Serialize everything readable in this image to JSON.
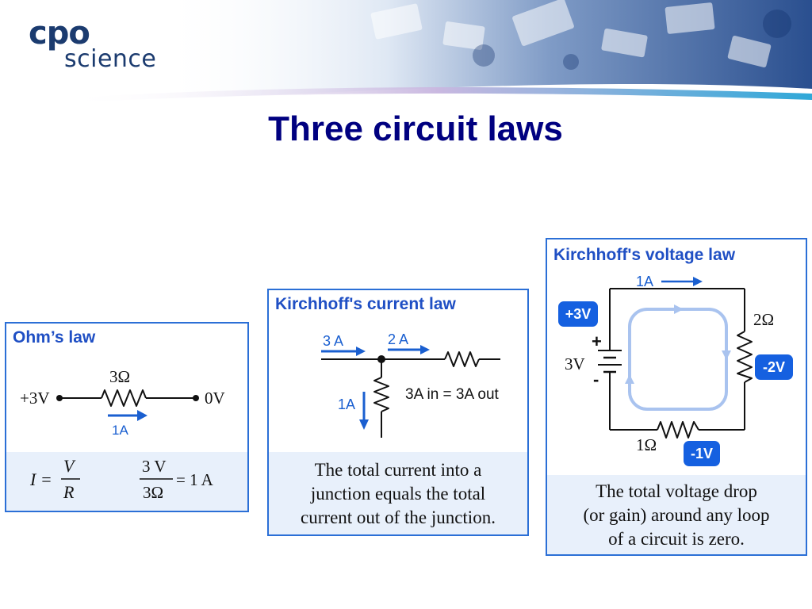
{
  "header": {
    "logo_top": "cpo",
    "logo_bottom": "science"
  },
  "title": "Three circuit laws",
  "ohm": {
    "title": "Ohm’s law",
    "left_voltage": "+3V",
    "right_voltage": "0V",
    "resistance": "3Ω",
    "current": "1A",
    "formula_lhs": "I =",
    "formula_num": "V",
    "formula_den": "R",
    "calc_num": "3 V",
    "calc_den": "3Ω",
    "calc_result": "= 1 A"
  },
  "kcl": {
    "title": "Kirchhoff's current law",
    "current_in": "3 A",
    "current_right": "2 A",
    "current_down": "1A",
    "note": "3A in = 3A out",
    "caption_lines": [
      "The total current into a",
      "junction equals the total",
      "current out of the junction."
    ]
  },
  "kvl": {
    "title": "Kirchhoff's voltage law",
    "loop_current": "1A",
    "source_gain": "+3V",
    "battery_plus": "+",
    "battery_label": "3V",
    "battery_minus": "-",
    "r1": "2Ω",
    "r1_drop": "-2V",
    "r2": "1Ω",
    "r2_drop": "-1V",
    "caption_lines": [
      "The total voltage drop",
      "(or gain) around any loop",
      "of a circuit is zero."
    ]
  },
  "colors": {
    "title": "#000080",
    "panel_border": "#2b6fd6",
    "panel_title": "#1f4fc4",
    "arrow": "#1a5fd0",
    "badge": "#1560e0",
    "loop": "#a9c3ef",
    "footer": "#e8f0fb"
  }
}
